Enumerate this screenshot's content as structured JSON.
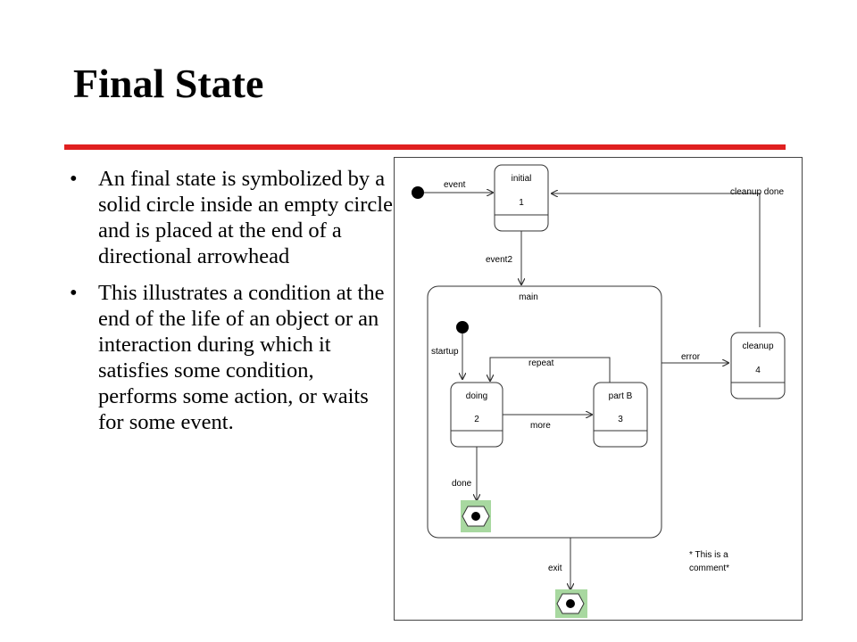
{
  "slide": {
    "title": "Final State",
    "bullets": [
      "An final state is symbolized by a solid circle inside an empty circle and is placed at the end of a directional arrowhead",
      "This illustrates a condition at the end of the life of an object or an interaction during which it satisfies some condition, performs some action, or waits for some event."
    ],
    "bullet_symbol": "•",
    "accent_color": "#e02020"
  },
  "diagram": {
    "states": {
      "initial": {
        "name": "initial",
        "value": "1"
      },
      "main": {
        "name": "main"
      },
      "cleanup": {
        "name": "cleanup",
        "value": "4"
      },
      "doing": {
        "name": "doing",
        "value": "2"
      },
      "partb": {
        "name": "part B",
        "value": "3"
      }
    },
    "transitions": {
      "event": "event",
      "cleanup_done": "cleanup done",
      "event2": "event2",
      "startup": "startup",
      "repeat": "repeat",
      "error": "error",
      "more": "more",
      "done": "done",
      "exit": "exit"
    },
    "comment": [
      "* This is a",
      "comment*"
    ],
    "highlight_color": "#a8d8a0"
  }
}
